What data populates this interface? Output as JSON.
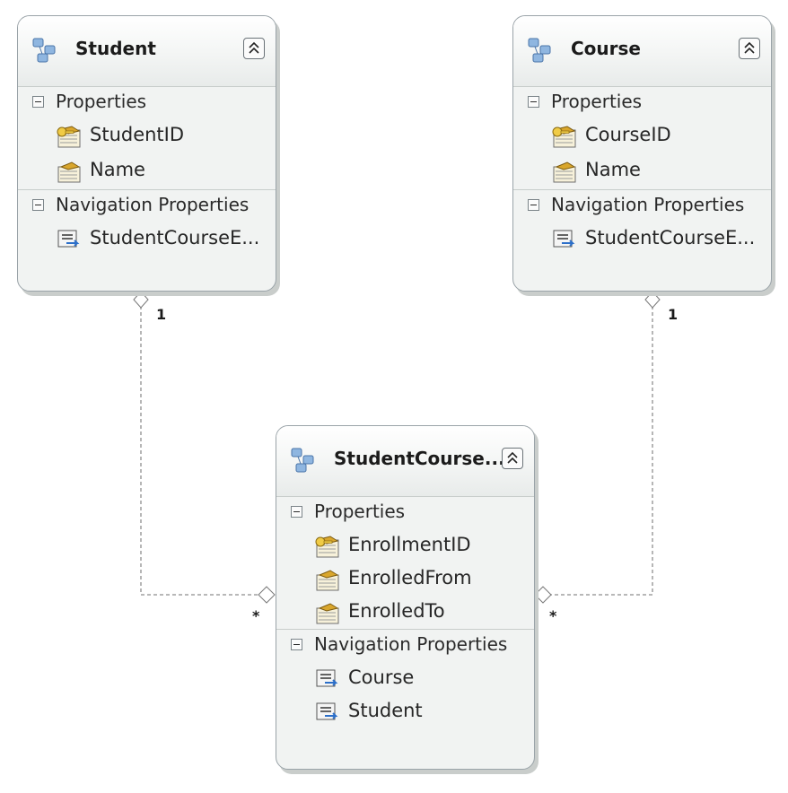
{
  "entities": {
    "student": {
      "title": "Student",
      "icon": "entity-type-icon",
      "properties_label": "Properties",
      "properties": [
        {
          "name": "StudentID",
          "icon": "key-property-icon"
        },
        {
          "name": "Name",
          "icon": "scalar-property-icon"
        }
      ],
      "navigation_label": "Navigation Properties",
      "navigation": [
        {
          "name": "StudentCourseE...",
          "icon": "navigation-property-icon"
        }
      ]
    },
    "course": {
      "title": "Course",
      "icon": "entity-type-icon",
      "properties_label": "Properties",
      "properties": [
        {
          "name": "CourseID",
          "icon": "key-property-icon"
        },
        {
          "name": "Name",
          "icon": "scalar-property-icon"
        }
      ],
      "navigation_label": "Navigation Properties",
      "navigation": [
        {
          "name": "StudentCourseE...",
          "icon": "navigation-property-icon"
        }
      ]
    },
    "enrollment": {
      "title": "StudentCourse...",
      "icon": "entity-type-icon",
      "properties_label": "Properties",
      "properties": [
        {
          "name": "EnrollmentID",
          "icon": "key-property-icon"
        },
        {
          "name": "EnrolledFrom",
          "icon": "scalar-property-icon"
        },
        {
          "name": "EnrolledTo",
          "icon": "scalar-property-icon"
        }
      ],
      "navigation_label": "Navigation Properties",
      "navigation": [
        {
          "name": "Course",
          "icon": "navigation-property-icon"
        },
        {
          "name": "Student",
          "icon": "navigation-property-icon"
        }
      ]
    }
  },
  "associations": [
    {
      "from": "Student",
      "to": "StudentCourse...",
      "from_multiplicity": "1",
      "to_multiplicity": "*"
    },
    {
      "from": "Course",
      "to": "StudentCourse...",
      "from_multiplicity": "1",
      "to_multiplicity": "*"
    }
  ]
}
